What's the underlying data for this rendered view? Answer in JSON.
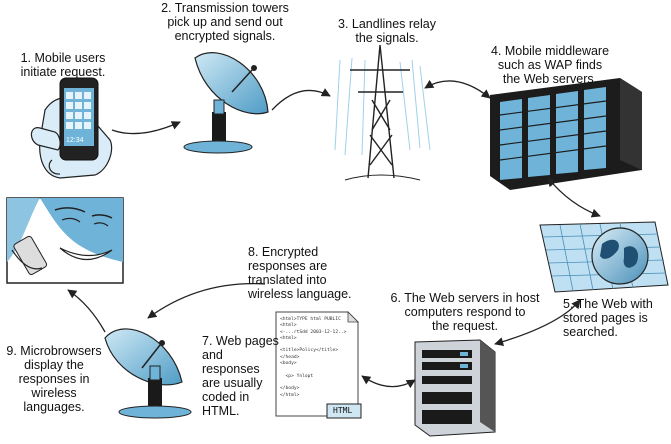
{
  "steps": [
    {
      "lines": [
        "1. Mobile users",
        "initiate request."
      ]
    },
    {
      "lines": [
        "2. Transmission towers",
        "pick up and send out",
        "encrypted signals."
      ]
    },
    {
      "lines": [
        "3. Landlines relay",
        "the signals."
      ]
    },
    {
      "lines": [
        "4. Mobile middleware",
        "such as WAP finds",
        "the Web servers."
      ]
    },
    {
      "lines": [
        "5. The Web with",
        "stored pages is",
        "searched."
      ]
    },
    {
      "lines": [
        "6. The Web servers in host",
        "computers respond to",
        "the request."
      ]
    },
    {
      "lines": [
        "7. Web pages",
        "and",
        "responses",
        "are usually",
        "coded in",
        "HTML."
      ]
    },
    {
      "lines": [
        "8. Encrypted",
        "responses are",
        "translated into",
        "wireless language."
      ]
    },
    {
      "lines": [
        "9. Microbrowsers",
        "display the",
        "responses in",
        "wireless",
        "languages."
      ]
    }
  ],
  "phone_screen_text": "12:34",
  "html_document": {
    "code_lines": [
      "<html>TYPE html PUBLIC",
      "<html>",
      "<-...rtSdd 2003-12-12..>",
      "<html>",
      "",
      "<title>Policy</title>",
      "</head>",
      "<body>",
      "",
      "  <p> Ynlopt",
      "",
      "</body>",
      "</html>"
    ],
    "badge": "HTML"
  },
  "icons": [
    "hand-phone-icon",
    "satellite-dish-icon",
    "transmission-tower-icon",
    "server-rack-icon",
    "globe-keyboard-icon",
    "server-tower-icon",
    "html-document-icon",
    "satellite-dish-icon",
    "smiling-user-phone-icon"
  ],
  "colors": {
    "accent": "#6fb4d8",
    "dark": "#1a1a1a",
    "arrow": "#222222"
  }
}
